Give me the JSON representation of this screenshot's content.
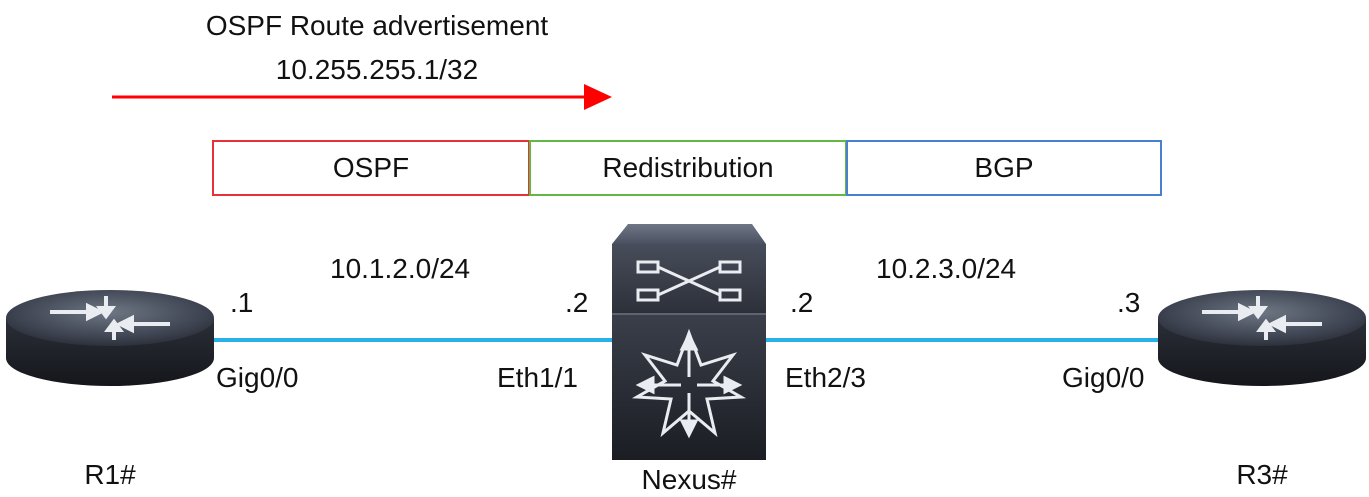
{
  "advertisement": {
    "title": "OSPF Route advertisement",
    "prefix": "10.255.255.1/32",
    "arrow_color": "#ff0000"
  },
  "protocols": [
    {
      "label": "OSPF",
      "color": "#e8303a"
    },
    {
      "label": "Redistribution",
      "color": "#62b843"
    },
    {
      "label": "BGP",
      "color": "#4a7fd0"
    }
  ],
  "links": [
    {
      "subnet": "10.1.2.0/24",
      "color": "#2ab0e8"
    },
    {
      "subnet": "10.2.3.0/24",
      "color": "#2ab0e8"
    }
  ],
  "devices": {
    "r1": {
      "name": "R1#",
      "host_id": ".1",
      "interface": "Gig0/0",
      "icon": "router-icon"
    },
    "nexus": {
      "name": "Nexus#",
      "left_host_id": ".2",
      "left_interface": "Eth1/1",
      "right_host_id": ".2",
      "right_interface": "Eth2/3",
      "icon": "nexus-switch-icon"
    },
    "r3": {
      "name": "R3#",
      "host_id": ".3",
      "interface": "Gig0/0",
      "icon": "router-icon"
    }
  }
}
